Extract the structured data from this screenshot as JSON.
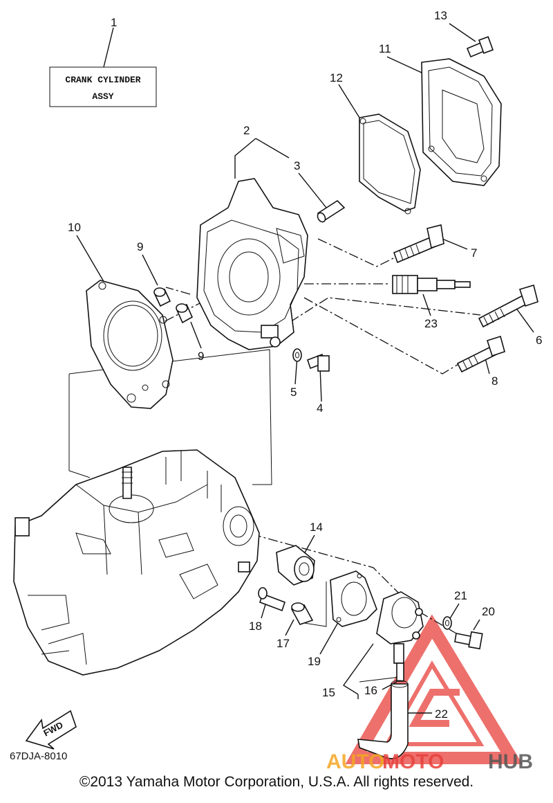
{
  "diagram": {
    "box_label_line1": "CRANK CYLINDER",
    "box_label_line2": "ASSY",
    "fwd_label": "FWD",
    "code": "67DJA-8010",
    "copyright": "©2013 Yamaha Motor Corporation, U.S.A. All rights reserved.",
    "watermark": {
      "part1": "AUTO",
      "part2": "MOTO",
      "part3": "HUB"
    },
    "callouts": [
      "1",
      "2",
      "3",
      "4",
      "5",
      "6",
      "7",
      "8",
      "9",
      "9",
      "10",
      "11",
      "12",
      "13",
      "14",
      "15",
      "16",
      "17",
      "18",
      "19",
      "20",
      "21",
      "22",
      "23"
    ]
  },
  "colors": {
    "line": "#111111",
    "watermark_orange": "#f4a623",
    "watermark_red": "#e8413c",
    "watermark_gray": "#555555"
  }
}
